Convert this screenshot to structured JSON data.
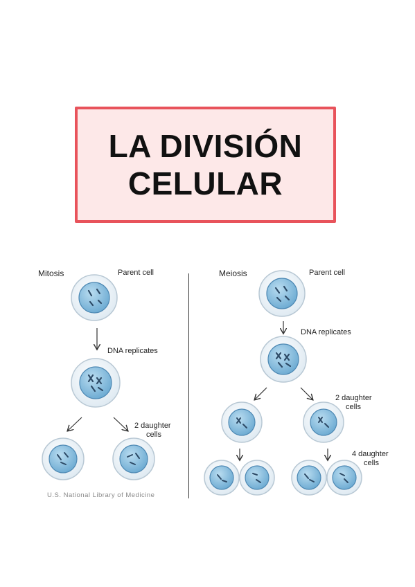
{
  "title": {
    "line1": "LA DIVISIÓN",
    "line2": "CELULAR"
  },
  "mitosis": {
    "heading": "Mitosis",
    "parent": "Parent cell",
    "step": "DNA replicates",
    "daughters_line1": "2 daughter",
    "daughters_line2": "cells",
    "credit": "U.S. National Library of Medicine"
  },
  "meiosis": {
    "heading": "Meiosis",
    "parent": "Parent cell",
    "step": "DNA replicates",
    "daughters2_line1": "2 daughter",
    "daughters2_line2": "cells",
    "daughters4_line1": "4 daughter",
    "daughters4_line2": "cells"
  },
  "colors": {
    "title_border": "#e8535b",
    "title_fill": "#fde8e8",
    "cell_outer": "#eef4f8",
    "nucleus": "#8ec3e2",
    "chromosome": "#2d4a66"
  }
}
